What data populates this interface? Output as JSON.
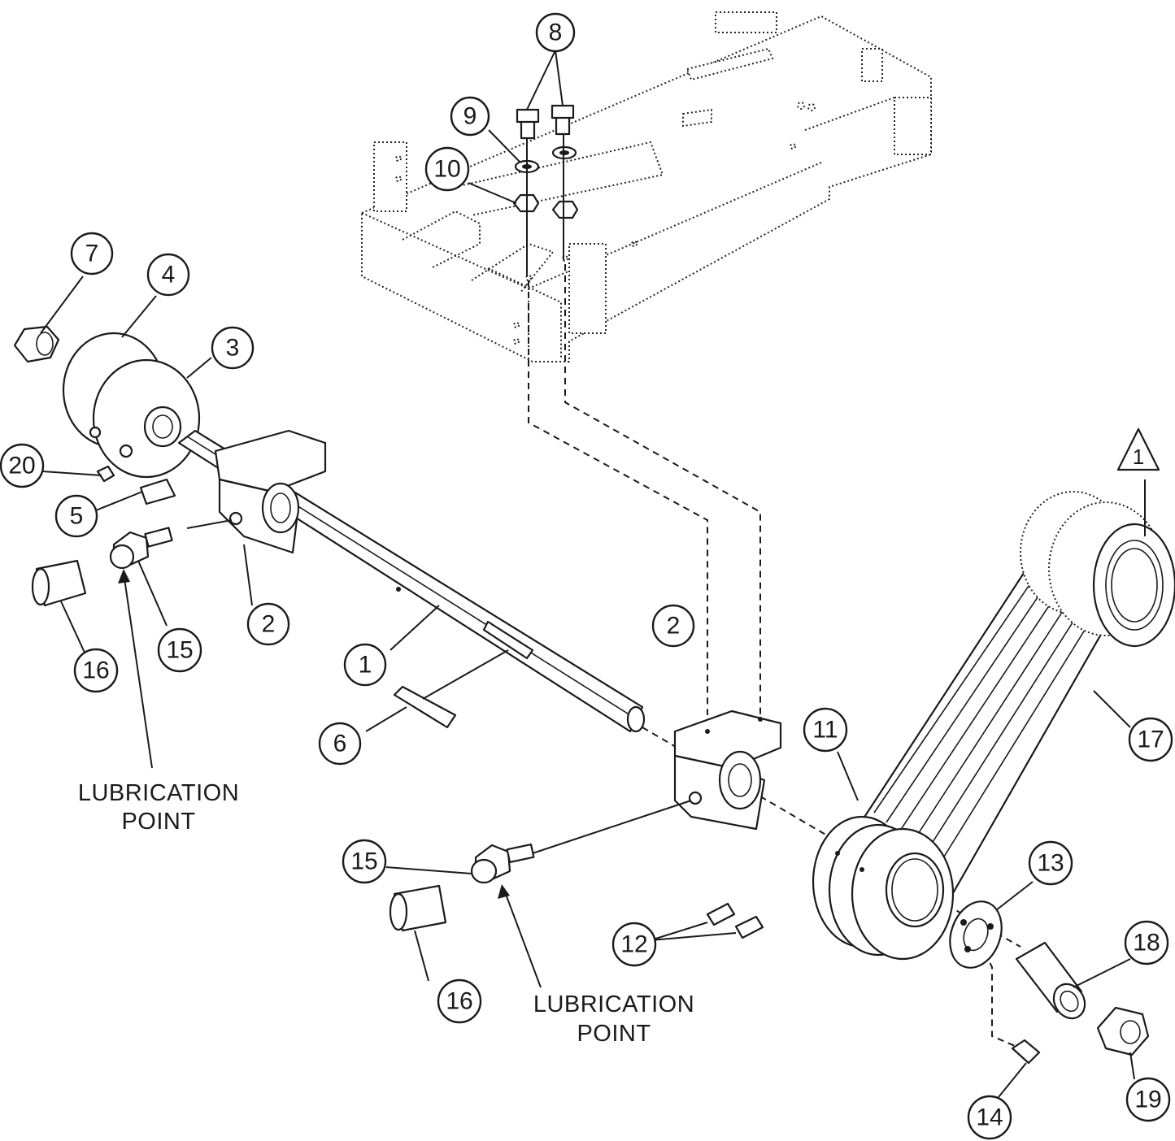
{
  "callouts": [
    {
      "label": "8"
    },
    {
      "label": "9"
    },
    {
      "label": "10"
    },
    {
      "label": "7"
    },
    {
      "label": "4"
    },
    {
      "label": "3"
    },
    {
      "label": "20"
    },
    {
      "label": "5"
    },
    {
      "label": "2"
    },
    {
      "label": "15"
    },
    {
      "label": "16"
    },
    {
      "label": "1"
    },
    {
      "label": "6"
    },
    {
      "label": "2"
    },
    {
      "label": "11"
    },
    {
      "label": "17"
    },
    {
      "label": "15"
    },
    {
      "label": "16"
    },
    {
      "label": "12"
    },
    {
      "label": "13"
    },
    {
      "label": "18"
    },
    {
      "label": "19"
    },
    {
      "label": "14"
    }
  ],
  "reference_triangle": {
    "label": "1"
  },
  "notes": [
    {
      "line1": "LUBRICATION",
      "line2": "POINT"
    },
    {
      "line1": "LUBRICATION",
      "line2": "POINT"
    }
  ]
}
